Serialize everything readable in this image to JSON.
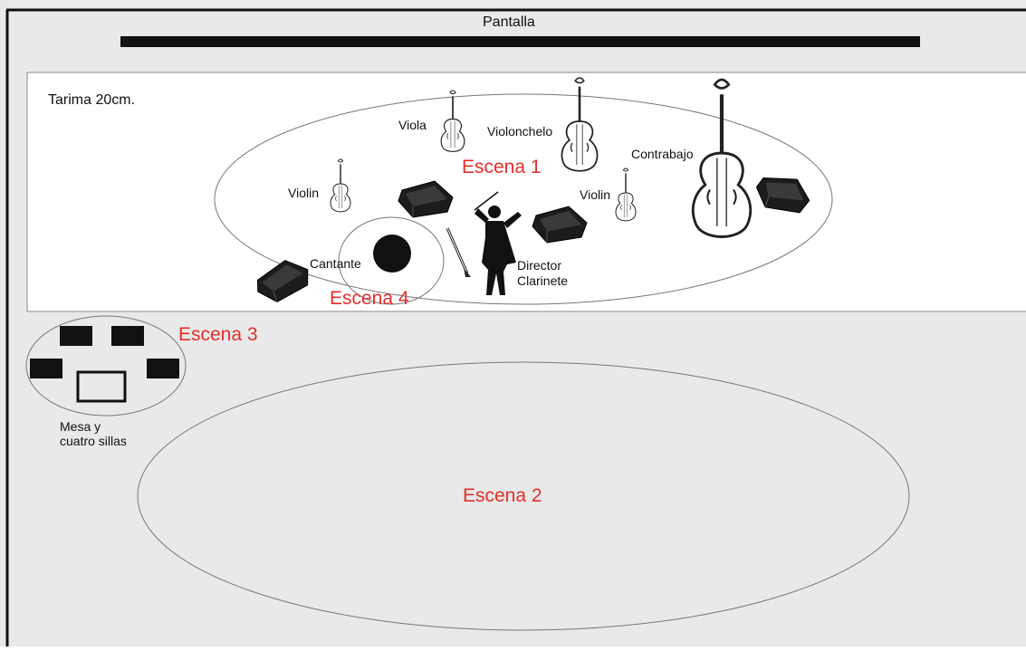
{
  "screen_label": "Pantalla",
  "platform_label": "Tarima 20cm.",
  "scenes": {
    "scene1": "Escena 1",
    "scene2": "Escena 2",
    "scene3": "Escena 3",
    "scene4": "Escena 4"
  },
  "instruments": {
    "viola": "Viola",
    "violonchelo": "Violonchelo",
    "contrabajo": "Contrabajo",
    "violin_left": "Violin",
    "violin_right": "Violin"
  },
  "people": {
    "cantante": "Cantante",
    "director": "Director",
    "clarinete": "Clarinete"
  },
  "table_label_line1": "Mesa y",
  "table_label_line2": "cuatro sillas",
  "colors": {
    "background": "#e9e9e9",
    "platform": "#ffffff",
    "scene_label": "#e52e2a",
    "outline": "#111111"
  }
}
